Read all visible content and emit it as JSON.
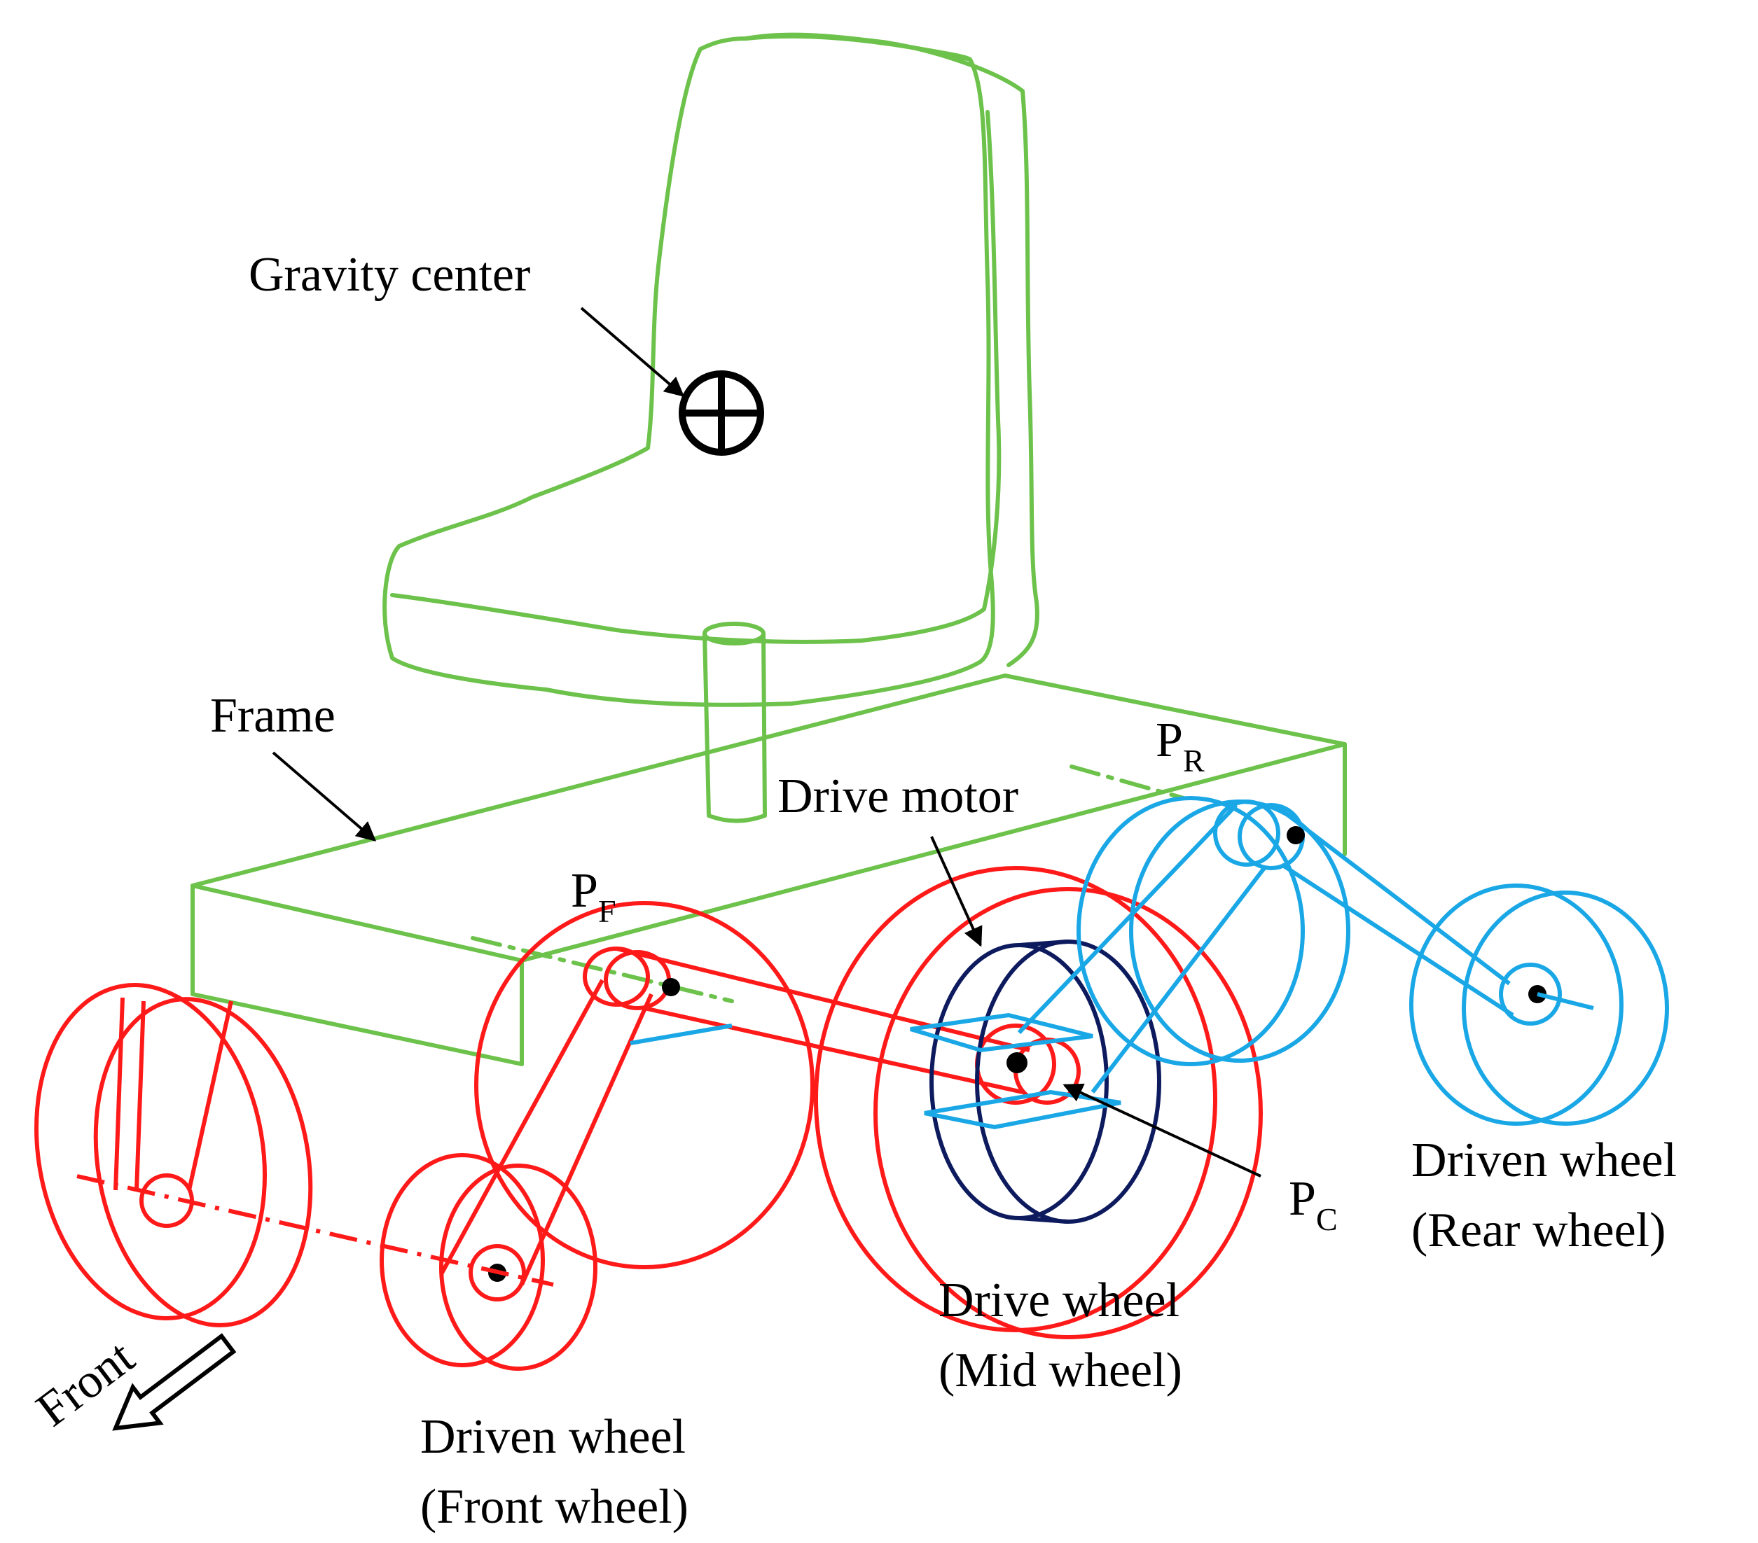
{
  "labels": {
    "gravity_center": "Gravity center",
    "frame": "Frame",
    "drive_motor": "Drive motor",
    "pf_main": "P",
    "pf_sub": "F",
    "pr_main": "P",
    "pr_sub": "R",
    "pc_main": "P",
    "pc_sub": "C",
    "driven_front_l1": "Driven wheel",
    "driven_front_l2": "(Front wheel)",
    "drive_mid_l1": "Drive wheel",
    "drive_mid_l2": "(Mid wheel)",
    "driven_rear_l1": "Driven wheel",
    "driven_rear_l2": "(Rear wheel)",
    "front": "Front"
  },
  "colors": {
    "seat_frame": "#6cc24a",
    "front_mid_assembly": "#ff1a1a",
    "rear_assembly": "#1aa7e6",
    "drive_motor": "#0d1b5e",
    "annotation": "#000000"
  },
  "icons": [
    "gravity-center-symbol",
    "front-arrow-icon"
  ]
}
